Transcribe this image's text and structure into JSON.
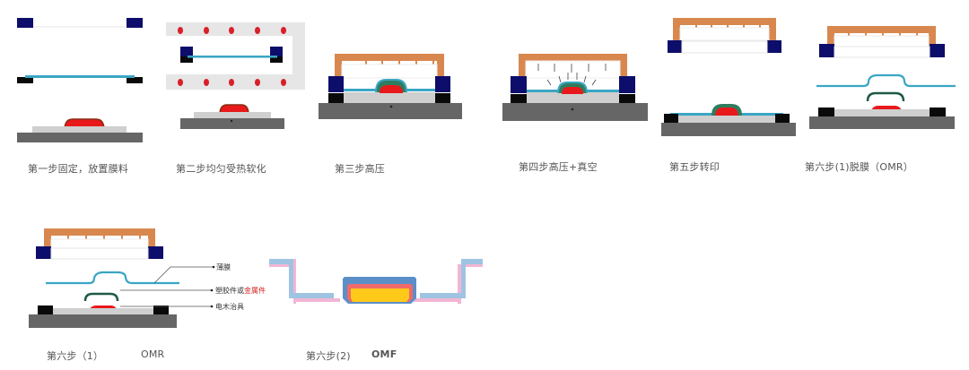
{
  "steps": [
    {
      "id": "step1",
      "caption": "第一步固定，放置膜料"
    },
    {
      "id": "step2",
      "caption": "第二步均匀受热软化"
    },
    {
      "id": "step3",
      "caption": "第三步高压"
    },
    {
      "id": "step4",
      "caption": "第四步高压+真空"
    },
    {
      "id": "step5",
      "caption": "第五步转印"
    },
    {
      "id": "step6a",
      "caption": "第六步(1)脱膜（OMR）"
    }
  ],
  "bottom": {
    "omr": {
      "caption_step": "第六步（1）",
      "caption_type": "OMR"
    },
    "omf": {
      "caption_step": "第六步(2)",
      "caption_type": "OMF"
    }
  },
  "annotations": {
    "film": "薄膜",
    "part_prefix": "塑胶件或",
    "part_red": "金属件",
    "fixture": "电木治具"
  },
  "colors": {
    "navy": "#0d0d6b",
    "black": "#0a0a0a",
    "film": "#3aa6c4",
    "red_part": "#e8191b",
    "dark_red": "#8b2a12",
    "green_coat": "#2e7d5e",
    "light_gray": "#cfcfcf",
    "dark_gray": "#666666",
    "copper": "#d8884f",
    "heater_gray": "#e6e6e6",
    "omf_blue": "#9ec4e2",
    "omf_pink": "#f2b6d4",
    "omf_darkblue": "#5b8fc8",
    "omf_yellow": "#ffc91a",
    "omf_coral": "#ef6a6a"
  }
}
